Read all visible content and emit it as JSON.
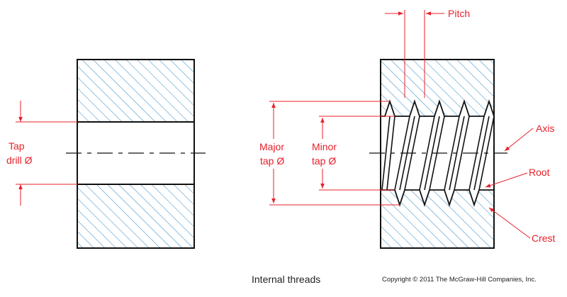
{
  "caption": "Internal threads",
  "copyright": "Copyright © 2011 The McGraw-Hill Companies, Inc.",
  "labels": {
    "tap_drill_line1": "Tap",
    "tap_drill_line2": "drill Ø",
    "major_line1": "Major",
    "major_line2": "tap Ø",
    "minor_line1": "Minor",
    "minor_line2": "tap Ø",
    "pitch": "Pitch",
    "axis": "Axis",
    "root": "Root",
    "crest": "Crest"
  },
  "colors": {
    "outline": "#111111",
    "hatch": "#3a8fc8",
    "dimension": "#e8202a",
    "background": "#ffffff"
  }
}
